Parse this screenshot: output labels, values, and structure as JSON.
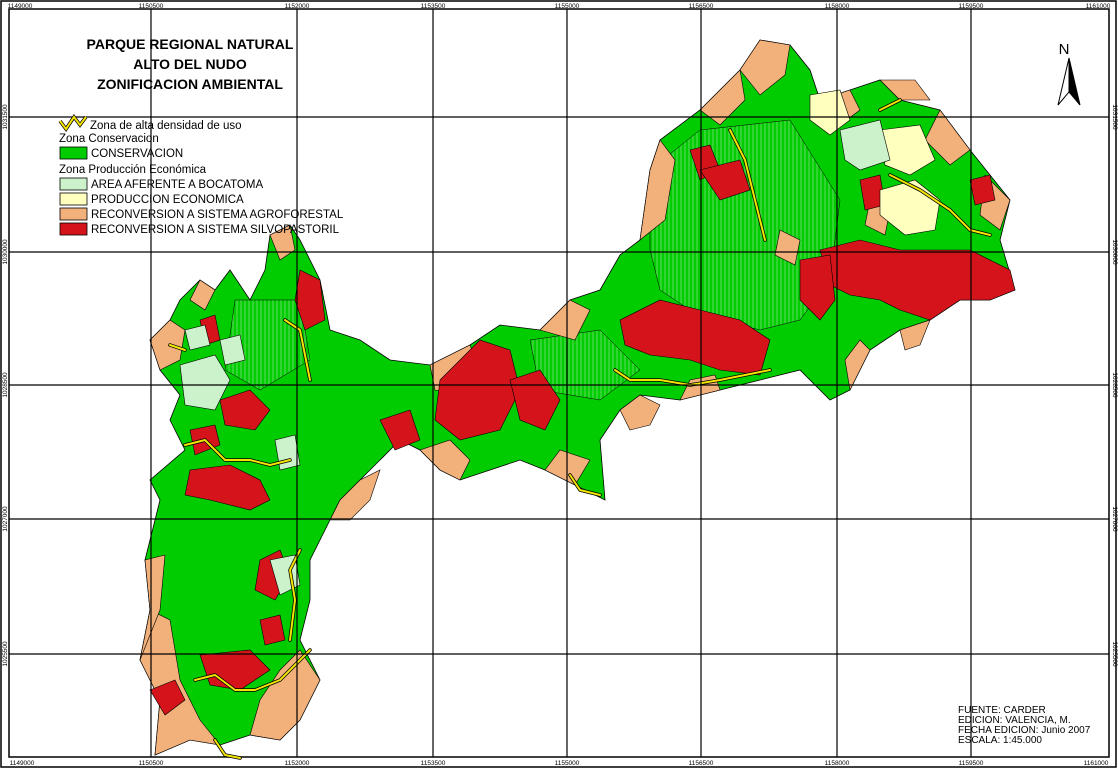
{
  "title": {
    "lines": [
      "PARQUE REGIONAL NATURAL",
      "ALTO DEL NUDO",
      "ZONIFICACION AMBIENTAL"
    ]
  },
  "legend": {
    "line_item": "Zona de alta densidad de uso",
    "group_conservacion": "Zona Conservacion",
    "conservacion": "CONSERVACION",
    "group_produccion": "Zona Producción Económica",
    "area_aferente": "AREA AFERENTE A BOCATOMA",
    "produccion": "PRODUCCION ECONOMICA",
    "agroforestal": "RECONVERSION A SISTEMA AGROFORESTAL",
    "silvopastoril": "RECONVERSION A SISTEMA SILVOPASTORIL"
  },
  "colors": {
    "conservacion": "#00cc00",
    "area_aferente": "#ccf2cc",
    "produccion": "#ffffbe",
    "agroforestal": "#f2b07a",
    "silvopastoril": "#d4141a",
    "road": "#f2e600",
    "grid": "#000000"
  },
  "north": {
    "label": "N"
  },
  "grid_x_labels": [
    "1149000",
    "1150500",
    "1152000",
    "1153500",
    "1155000",
    "1156500",
    "1158000",
    "1159500",
    "1161000"
  ],
  "grid_y_labels": [
    "1031500",
    "1030000",
    "1028500",
    "1027000",
    "1025500"
  ],
  "credits": {
    "fuente": "FUENTE:  CARDER",
    "edicion": "EDICION:  VALENCIA, M.",
    "fecha": "FECHA EDICION:  Junio 2007",
    "escala": "ESCALA:  1:45.000"
  }
}
